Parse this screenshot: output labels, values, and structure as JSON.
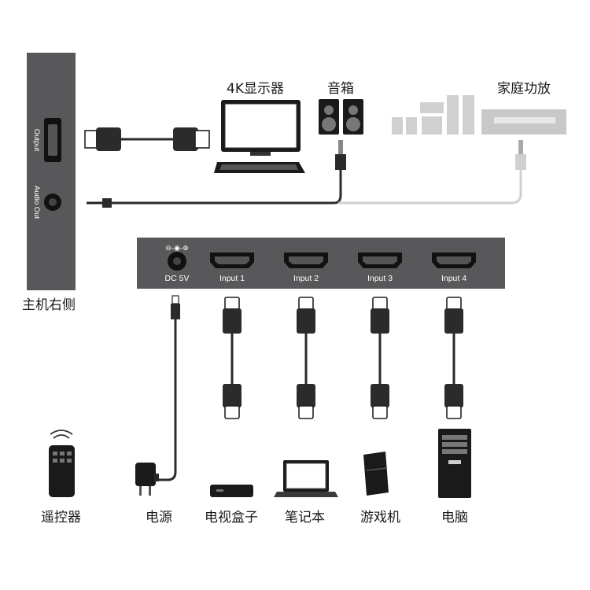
{
  "labels": {
    "display": "4K显示器",
    "speaker": "音箱",
    "home_theater": "家庭功放",
    "side_view": "主机右侧",
    "remote": "遥控器",
    "power": "电源",
    "tv_box": "电视盒子",
    "laptop": "笔记本",
    "console": "游戏机",
    "pc": "电脑"
  },
  "side_panel": {
    "output": "Output",
    "audio_out": "Audio Out"
  },
  "main_panel": {
    "dc_symbol": "⊖-◉-⊕",
    "dc": "DC 5V",
    "inputs": [
      "Input 1",
      "Input 2",
      "Input 3",
      "Input 4"
    ]
  },
  "colors": {
    "panel": "#58585a",
    "port": "#1a1a1a",
    "cable": "#2b2b2b",
    "cable_light": "#d0d0d0",
    "speaker_grey": "#c8c8c8"
  }
}
